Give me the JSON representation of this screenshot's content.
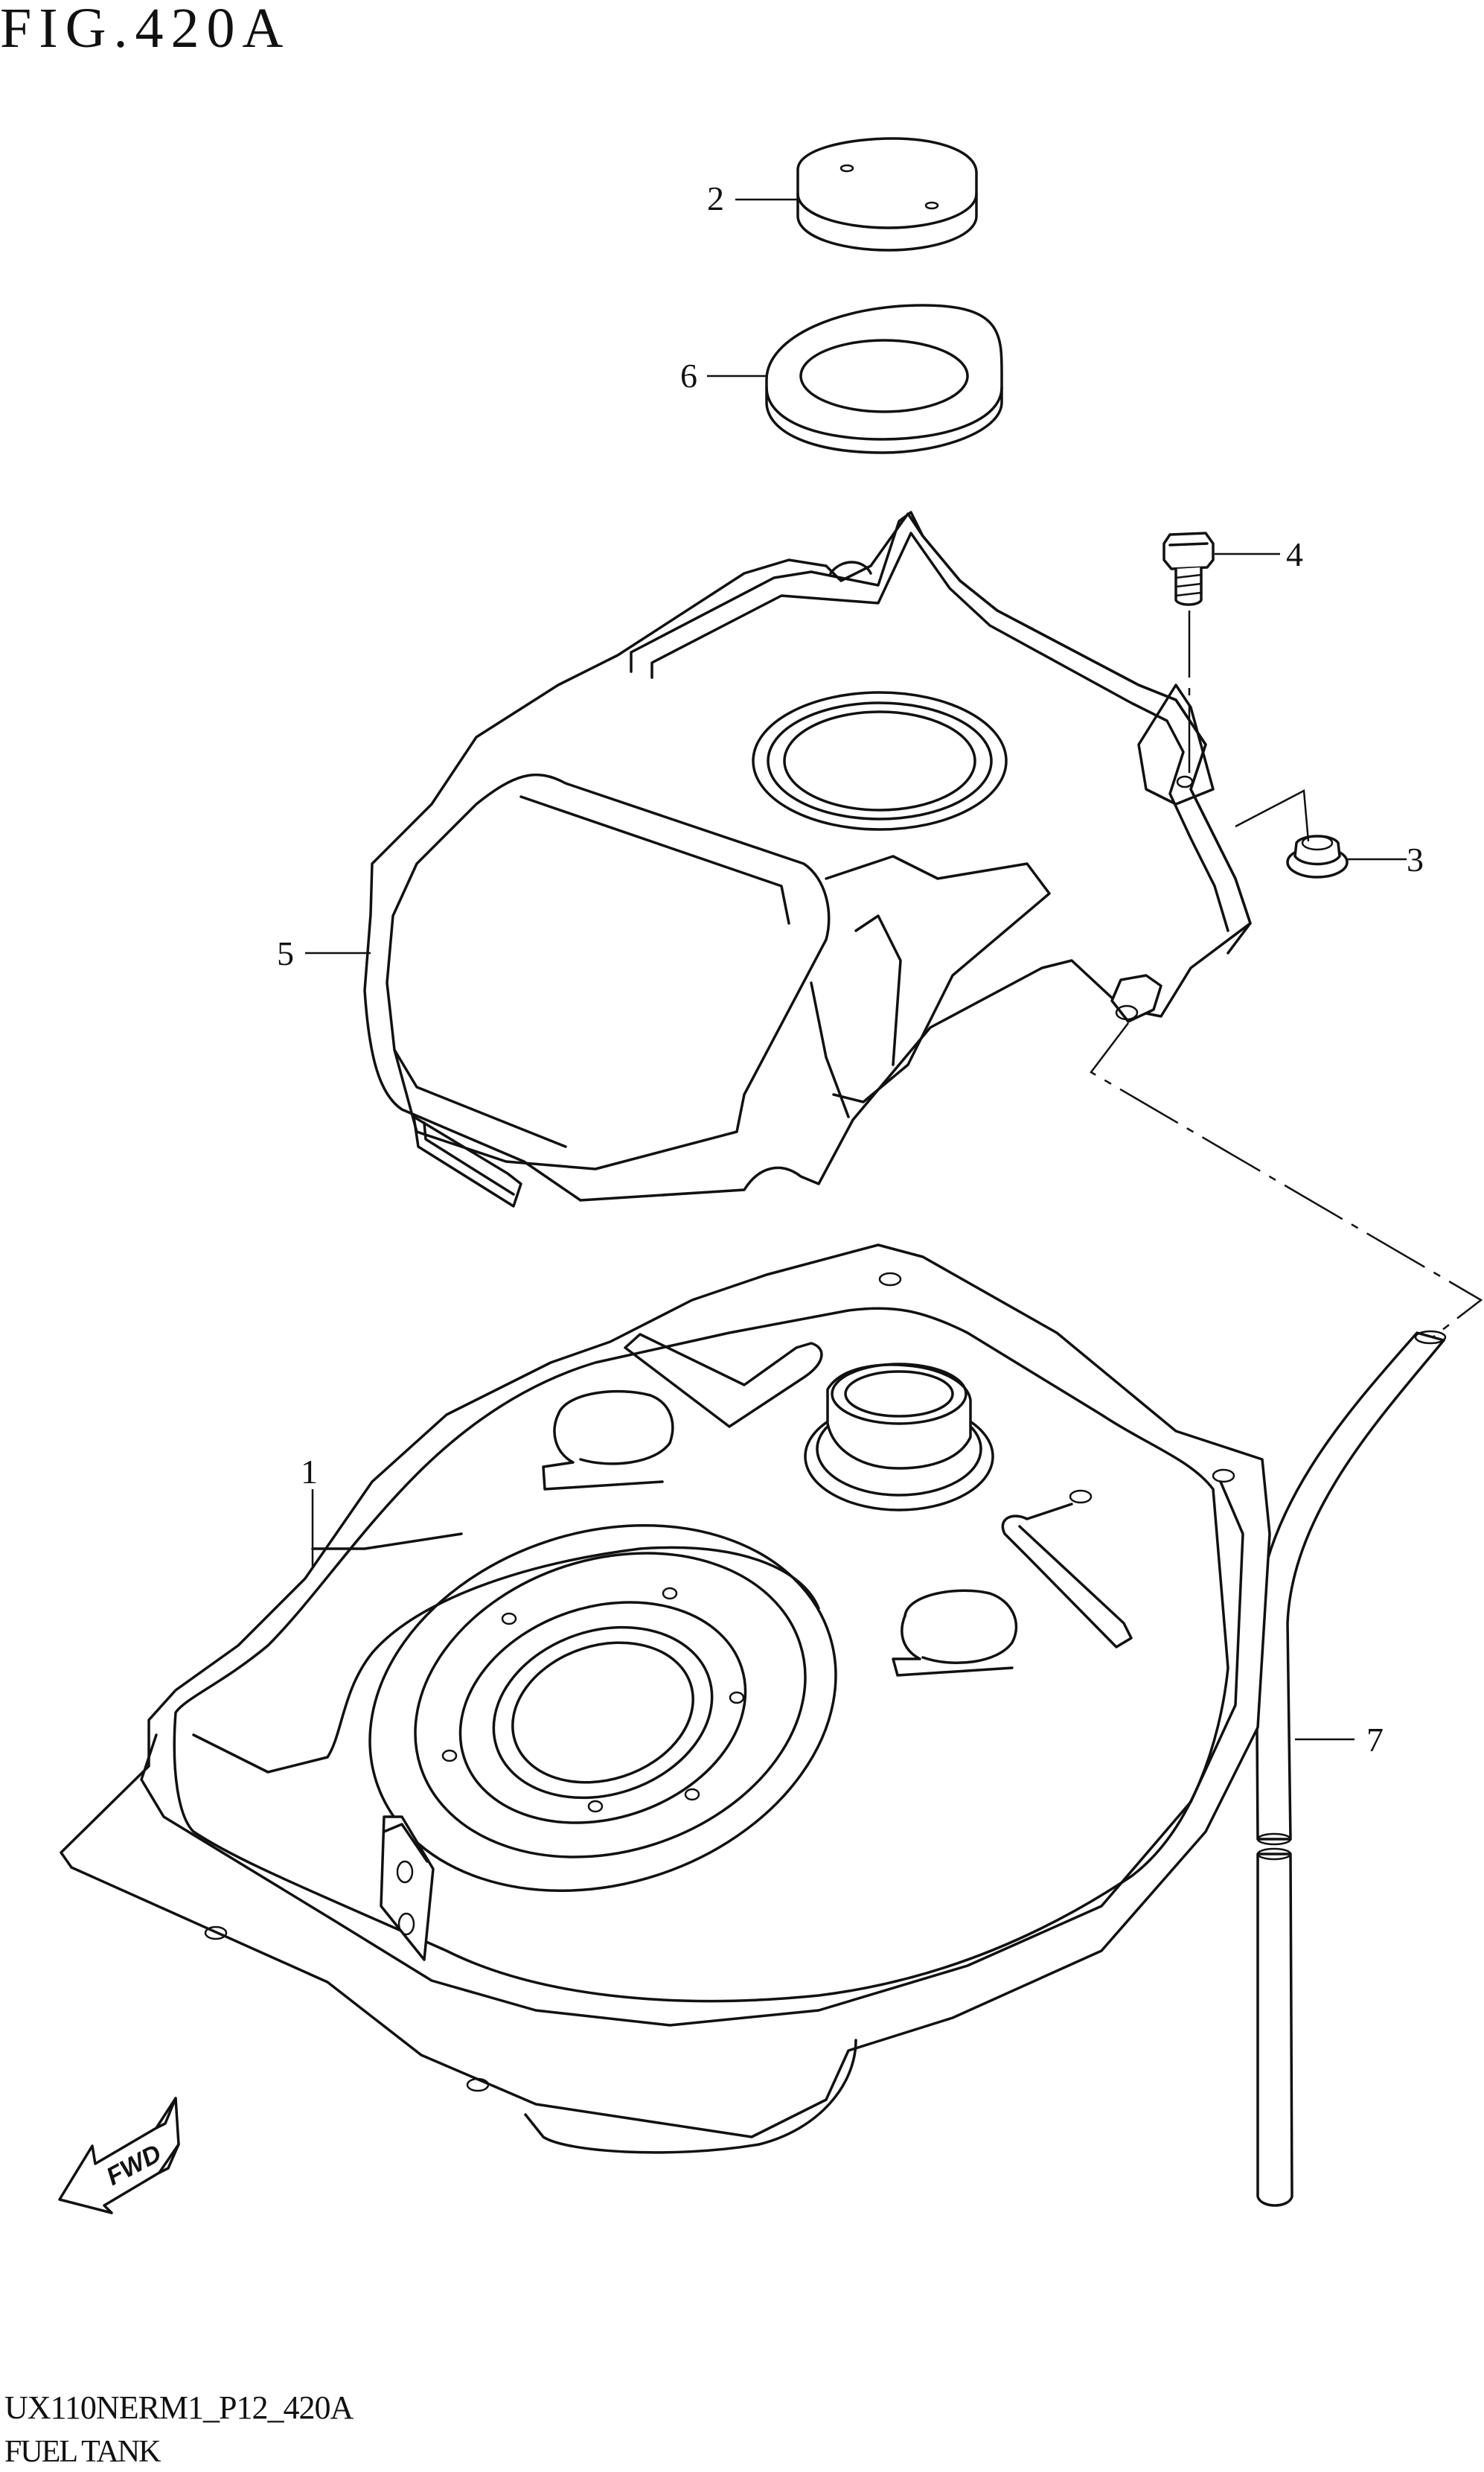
{
  "figure": {
    "title": "FIG.420A"
  },
  "callouts": [
    {
      "id": "1",
      "label": "1"
    },
    {
      "id": "2",
      "label": "2"
    },
    {
      "id": "3",
      "label": "3"
    },
    {
      "id": "4",
      "label": "4"
    },
    {
      "id": "5",
      "label": "5"
    },
    {
      "id": "6",
      "label": "6"
    },
    {
      "id": "7",
      "label": "7"
    }
  ],
  "direction_marker": {
    "label": "FWD",
    "icon": "forward-arrow-icon"
  },
  "footer": {
    "diagram_code": "UX110NERM1_P12_420A",
    "section_name": "FUEL TANK"
  }
}
